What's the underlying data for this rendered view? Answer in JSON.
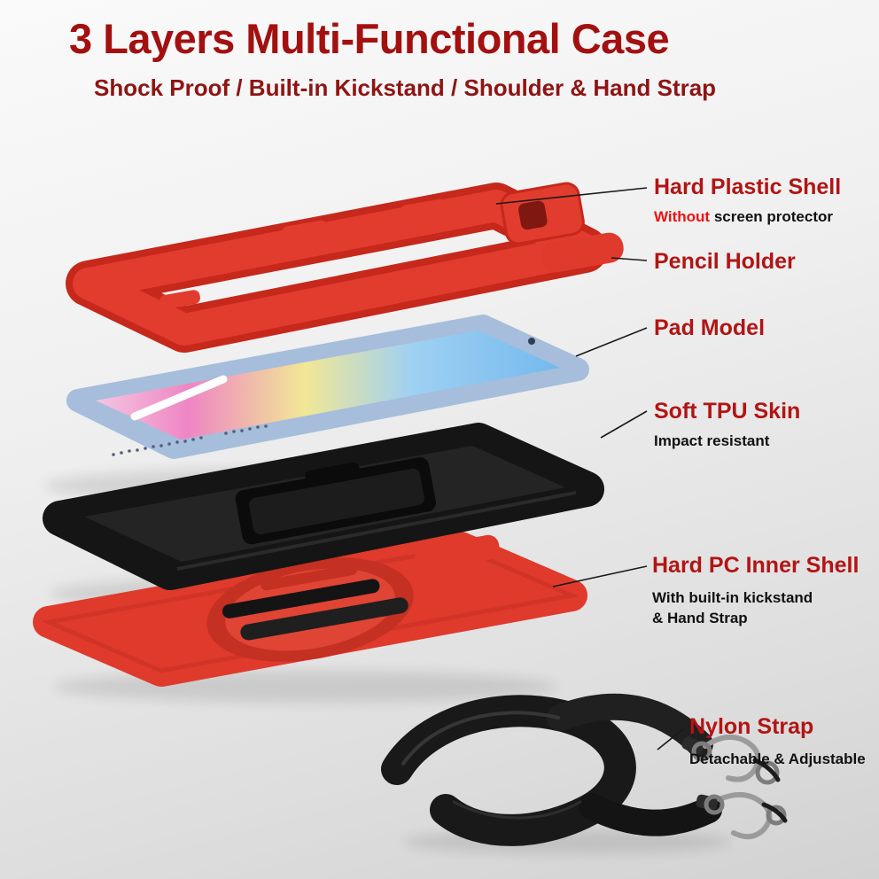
{
  "header": {
    "title": "3 Layers Multi-Functional Case",
    "subtitle": "Shock Proof / Built-in Kickstand / Shoulder & Hand Strap"
  },
  "callouts": {
    "hard_plastic_shell": {
      "label": "Hard Plastic Shell",
      "sub_highlight": "Without",
      "sub_rest": "screen protector"
    },
    "pencil_holder": {
      "label": "Pencil Holder"
    },
    "pad_model": {
      "label": "Pad Model"
    },
    "soft_tpu_skin": {
      "label": "Soft TPU Skin",
      "sub": "Impact resistant"
    },
    "hard_pc_inner_shell": {
      "label": "Hard PC Inner Shell",
      "sub_line1": "With built-in kickstand",
      "sub_line2": "& Hand Strap"
    },
    "nylon_strap": {
      "label": "Nylon Strap",
      "sub": "Detachable & Adjustable"
    }
  },
  "colors": {
    "title_red": "#a31010",
    "callout_red": "#b31414",
    "highlight_red": "#ee1111",
    "case_red": "#e23c2e",
    "case_black": "#151515",
    "tablet_blue": "#a6bddb"
  }
}
